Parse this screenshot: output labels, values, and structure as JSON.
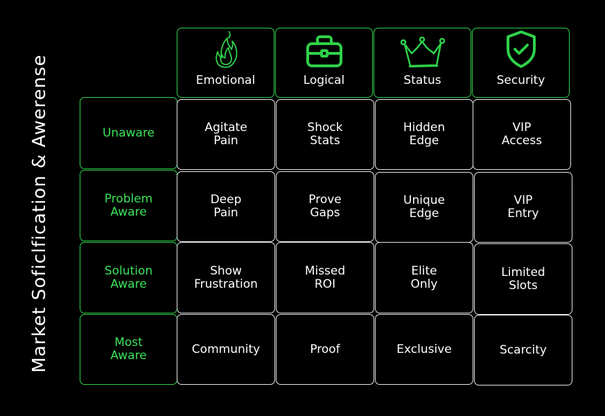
{
  "title": "Market Soficlfication & Awerense",
  "colors": {
    "accent": "#2fd14a",
    "cell_border": "#e6e6e6",
    "background": "#000000"
  },
  "columns": [
    {
      "label": "Emotional",
      "icon": "flame-icon"
    },
    {
      "label": "Logical",
      "icon": "briefcase-icon"
    },
    {
      "label": "Status",
      "icon": "crown-icon"
    },
    {
      "label": "Security",
      "icon": "shield-check-icon"
    }
  ],
  "rows": [
    {
      "label": "Unaware",
      "cells": [
        "Agitate\nPain",
        "Shock\nStats",
        "Hidden\nEdge",
        "VIP\nAccess"
      ]
    },
    {
      "label": "Problem\nAware",
      "cells": [
        "Deep\nPain",
        "Prove\nGaps",
        "Unique\nEdge",
        "VIP\nEntry"
      ]
    },
    {
      "label": "Solution\nAware",
      "cells": [
        "Show\nFrustration",
        "Missed\nROI",
        "Elite\nOnly",
        "Limited\nSlots"
      ]
    },
    {
      "label": "Most\nAware",
      "cells": [
        "Community",
        "Proof",
        "Exclusive",
        "Scarcity"
      ]
    }
  ]
}
